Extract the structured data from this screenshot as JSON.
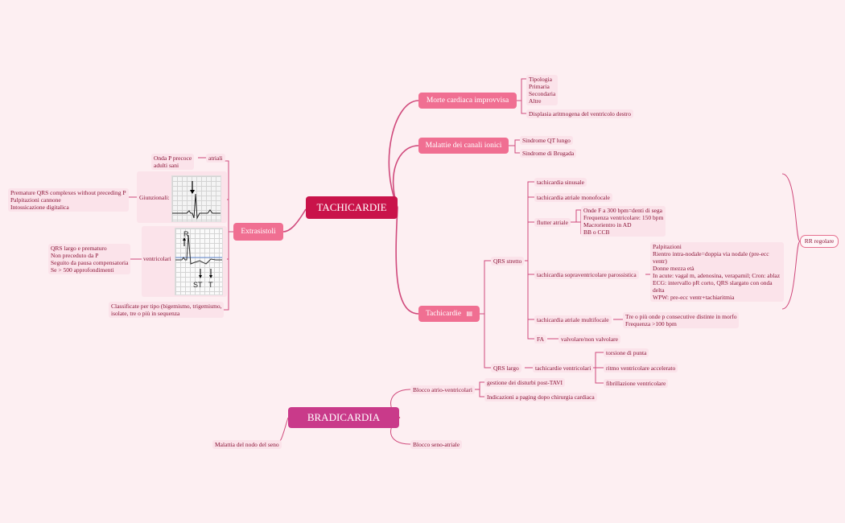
{
  "central": {
    "title": "TACHICARDIE"
  },
  "bradycardia": {
    "title": "BRADICARDIA",
    "sinus_node": "Malattia del nodo del seno",
    "av_block": "Blocco atrio-ventricolari",
    "av_items": [
      "gestione dei disturbi post-TAVI",
      "Indicazioni a paging dopo chirurgia cardiaca"
    ],
    "sa_block": "Blocco seno-atriale"
  },
  "morte": {
    "label": "Morte cardiaca improvvisa",
    "tipologia": [
      "Tipologia",
      "Primaria",
      "Secondaria",
      "Altre"
    ],
    "displasia": "Displasia aritmogena del ventricolo destro"
  },
  "canali": {
    "label": "Malattie dei canali ionici",
    "items": [
      "Sindrome QT lungo",
      "Sindrome di Brugada"
    ]
  },
  "tachicardie": {
    "label": "Tachicardie",
    "qrs_stretto": "QRS stretto",
    "sinusale": "tachicardia sinusale",
    "atriale_monofocale": "tachicardia atriale monofocale",
    "flutter": "flutter atriale",
    "flutter_notes": [
      "Onde F a 300 bpm=denti di sega",
      "Frequenza ventricolare: 150 bpm",
      "Macrorientro in AD",
      "BB o CCB"
    ],
    "parossistica": "tachicardia sopraventricolare parossistica",
    "parossistica_notes": [
      "Palpitazioni",
      "Rientro intra-nodale=doppia via nodale (pre-ecc",
      "ventr)",
      "Donne mezza età",
      "In acute: vagal m, adenosina, verapamil; Cron: ablaz",
      "ECG: intervallo pR corto, QRS slargato con onda",
      "delta",
      "WPW: pre-ecc ventr+tachiaritmia"
    ],
    "multifocale": "tachicardia atriale multifocale",
    "multifocale_notes": [
      "Tre o più onde p consecutive distinte in morfo",
      "Frequenza >100 bpm"
    ],
    "fa": "FA",
    "fa_note": "valvolare/non valvolare",
    "rr": "RR regolare",
    "qrs_largo": "QRS largo",
    "ventricolari": "tachicardie ventricolari",
    "vent_items": [
      "torsione di punta",
      "ritmo ventricolare accelerato",
      "fibrillazione ventricolare"
    ]
  },
  "extrasistoli": {
    "label": "Extrasistoli",
    "onda": [
      "Onda P precoce",
      "adulti sani"
    ],
    "atriali": "atriali",
    "giunzionali": "Giunzionali:",
    "giunz_notes": [
      "Premature QRS complexes without preceding P",
      "Palpitazioni cannone",
      "Intossicazione digitalica"
    ],
    "ventricolari": "ventricolari",
    "vent_notes": [
      "QRS largo e prematuro",
      "Non preceduto da P",
      "Seguito da pausa compensatoria",
      "Se > 500 approfondimenti"
    ],
    "classif": [
      "Classificate per tipo (bigemismo, trigemismo,",
      "isolate, tre o più in sequenza"
    ],
    "ecg_labels": [
      "R",
      "ST",
      "T"
    ]
  },
  "colors": {
    "line": "#d04a7c",
    "central": "#c9134a",
    "brady": "#c93a8a",
    "main": "#f06f92"
  },
  "icons": {
    "tachicardie": "notes-icon"
  }
}
